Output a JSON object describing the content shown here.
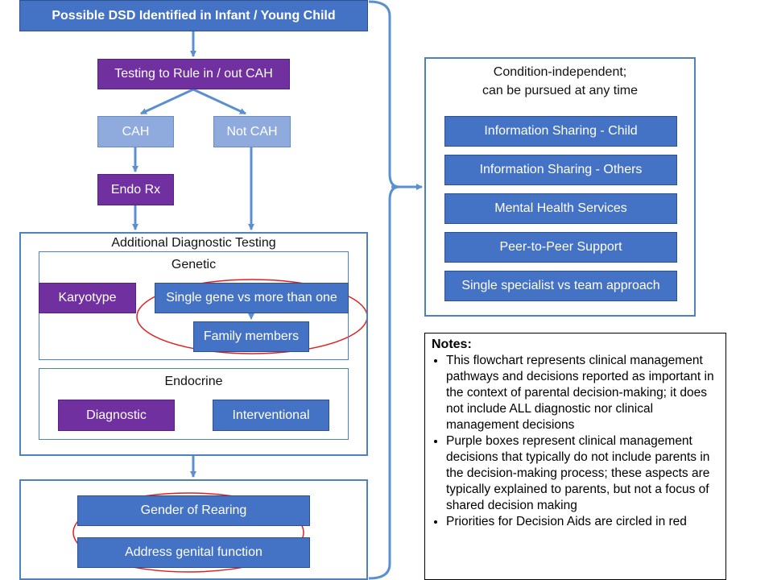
{
  "flow": {
    "top": "Possible DSD Identified in Infant / Young Child",
    "testing": "Testing to Rule in / out CAH",
    "cah": "CAH",
    "not_cah": "Not CAH",
    "endo_rx": "Endo Rx"
  },
  "additional": {
    "title": "Additional Diagnostic Testing",
    "genetic": {
      "title": "Genetic",
      "karyotype": "Karyotype",
      "single_gene": "Single gene vs more than one",
      "family": "Family members"
    },
    "endocrine": {
      "title": "Endocrine",
      "diagnostic": "Diagnostic",
      "interventional": "Interventional"
    }
  },
  "bottom": {
    "gender": "Gender of Rearing",
    "genital": "Address genital function"
  },
  "independent": {
    "title_line1": "Condition-independent;",
    "title_line2": "can be pursued at any time",
    "items": [
      "Information Sharing - Child",
      "Information Sharing - Others",
      "Mental Health Services",
      "Peer-to-Peer Support",
      "Single specialist vs team approach"
    ]
  },
  "notes": {
    "heading": "Notes",
    "bullets": [
      "This flowchart represents clinical management pathways and decisions reported as important in the context of parental decision-making; it does not include ALL diagnostic nor clinical management decisions",
      "Purple boxes represent clinical management decisions that typically do not include parents in the decision-making process; these aspects are typically explained to parents, but not a focus of shared decision making",
      "Priorities for Decision Aids are circled in red"
    ]
  },
  "colors": {
    "blue": "#4472C4",
    "light_blue": "#8FAADC",
    "purple": "#7030A0",
    "circle_red": "#E02020",
    "frame": "#4F81BD"
  }
}
